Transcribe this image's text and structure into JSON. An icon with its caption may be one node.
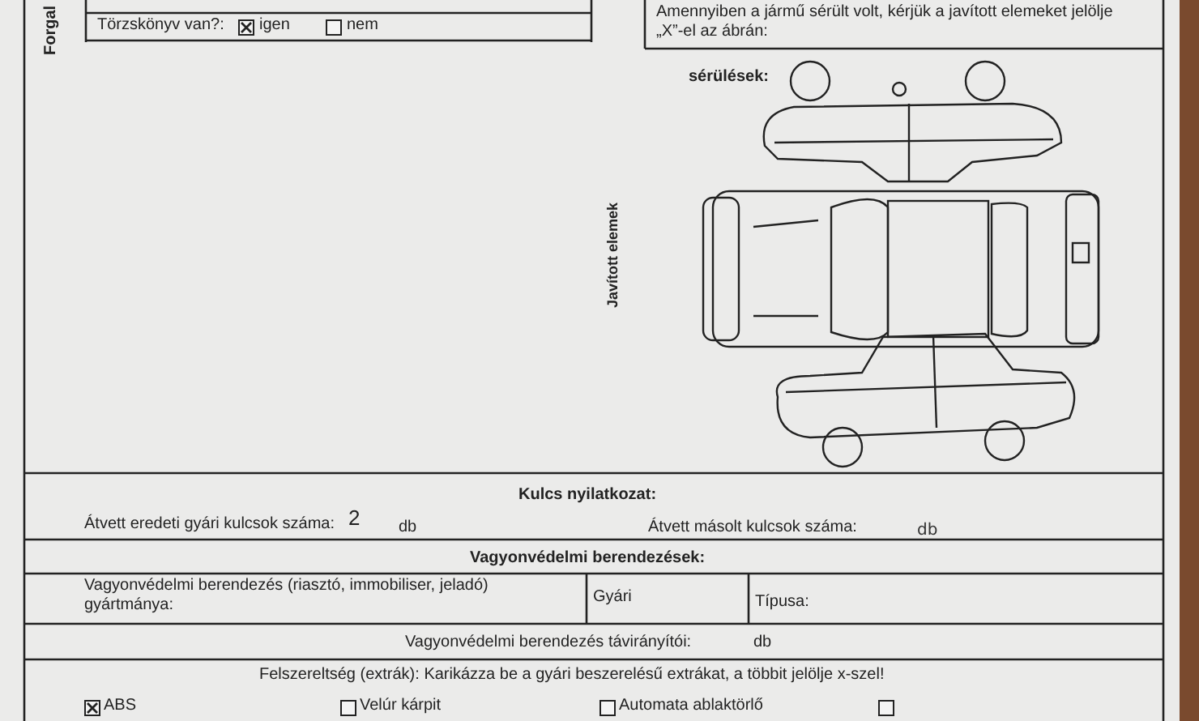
{
  "diagram": {
    "labels": [
      "Forgal",
      "Törzskönyv van?:",
      "igen",
      "nem",
      "Amennyiben a jármű sérült volt, kérjük a javított elemeket jelölje „X”-el az ábrán:",
      "sérülések:",
      "Javított elemek",
      "Kulcs nyilatkozat:",
      "Átvett eredeti gyári kulcsok száma:",
      "2",
      "db",
      "Átvett másolt kulcsok száma:",
      "db",
      "Vagyonvédelmi berendezések:",
      "Vagyonvédelmi berendezés (riasztó, immobiliser, jeladó) gyártmánya:",
      "Gyári",
      "Típusa:",
      "Vagyonvédelmi berendezés távirányítói:",
      "db",
      "Felszereltség (extrák): Karikázza be a gyári beszerelésű extrákat, a többit jelölje x-szel!",
      "ABS",
      "Velúr kárpit",
      "Automata ablaktörlő"
    ]
  }
}
